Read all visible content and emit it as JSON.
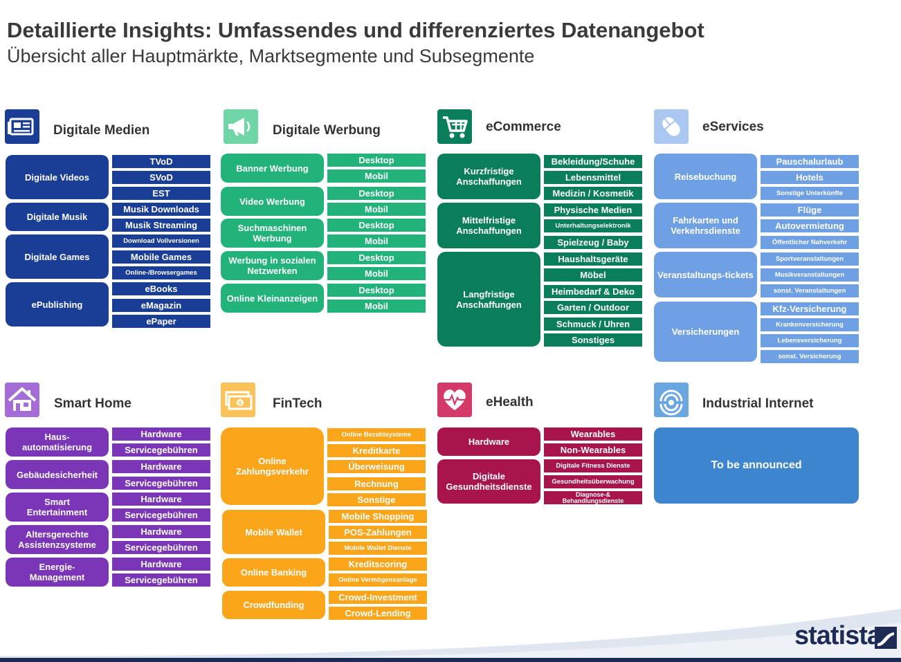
{
  "header": {
    "title": "Detaillierte Insights: Umfassendes und differenziertes Datenangebot",
    "subtitle": "Übersicht aller Hauptmärkte, Marktsegmente und Subsegmente"
  },
  "logo": "statista",
  "colors": {
    "digitale_medien": "#1a3e96",
    "digitale_werbung": "#21b37a",
    "ecommerce": "#0a7d5a",
    "eservices": "#6fa0e4",
    "smart_home": "#7b35b7",
    "fintech": "#fba51a",
    "ehealth": "#a8154c",
    "industrial_internet": "#3d86cf"
  },
  "sections": {
    "digitale_medien": {
      "title": "Digitale Medien",
      "icon": "newspaper-icon",
      "segments": [
        {
          "label": "Digitale Videos",
          "subs": [
            "TVoD",
            "SVoD",
            "EST"
          ]
        },
        {
          "label": "Digitale Musik",
          "subs": [
            "Musik Downloads",
            "Musik  Streaming"
          ]
        },
        {
          "label": "Digitale Games",
          "subs": [
            "Download Vollversionen",
            "Mobile Games",
            "Online-/Browsergames"
          ]
        },
        {
          "label": "ePublishing",
          "subs": [
            "eBooks",
            "eMagazin",
            "ePaper"
          ]
        }
      ]
    },
    "digitale_werbung": {
      "title": "Digitale Werbung",
      "icon": "megaphone-icon",
      "segments": [
        {
          "label": "Banner Werbung",
          "subs": [
            "Desktop",
            "Mobil"
          ]
        },
        {
          "label": "Video Werbung",
          "subs": [
            "Desktop",
            "Mobil"
          ]
        },
        {
          "label": "Suchmaschinen Werbung",
          "subs": [
            "Desktop",
            "Mobil"
          ]
        },
        {
          "label": "Werbung in sozialen Netzwerken",
          "subs": [
            "Desktop",
            "Mobil"
          ]
        },
        {
          "label": "Online Kleinanzeigen",
          "subs": [
            "Desktop",
            "Mobil"
          ]
        }
      ]
    },
    "ecommerce": {
      "title": "eCommerce",
      "icon": "shopping-cart-icon",
      "segments": [
        {
          "label": "Kurzfristige Anschaffungen",
          "subs": [
            "Bekleidung/Schuhe",
            "Lebensmittel",
            "Medizin / Kosmetik"
          ]
        },
        {
          "label": "Mittelfristige Anschaffungen",
          "subs": [
            "Physische Medien",
            "Unterhaltungselektronik",
            "Spielzeug / Baby"
          ]
        },
        {
          "label": "Langfristige Anschaffungen",
          "subs": [
            "Haushaltsgeräte",
            "Möbel",
            "Heimbedarf & Deko",
            "Garten / Outdoor",
            "Schmuck / Uhren",
            "Sonstiges"
          ]
        }
      ]
    },
    "eservices": {
      "title": "eServices",
      "icon": "computer-mouse-icon",
      "segments": [
        {
          "label": "Reisebuchung",
          "subs": [
            "Pauschalurlaub",
            "Hotels",
            "Sonstige Unterkünfte"
          ]
        },
        {
          "label": "Fahrkarten und Verkehrsdienste",
          "subs": [
            "Flüge",
            "Autovermietung",
            "Öffentlicher Nahverkehr"
          ]
        },
        {
          "label": "Veranstaltungs-tickets",
          "subs": [
            "Sportveranstaltungen",
            "Musikveranstaltungen",
            "sonst. Veranstaltungen"
          ]
        },
        {
          "label": "Versicherungen",
          "subs": [
            "Kfz-Versicherung",
            "Krankenversicherung",
            "Lebensversicherung",
            "sonst. Versicherung"
          ]
        }
      ]
    },
    "smart_home": {
      "title": "Smart Home",
      "icon": "house-icon",
      "segments": [
        {
          "label": "Haus-automatisierung",
          "subs": [
            "Hardware",
            "Servicegebühren"
          ]
        },
        {
          "label": "Gebäudesicherheit",
          "subs": [
            "Hardware",
            "Servicegebühren"
          ]
        },
        {
          "label": "Smart Entertainment",
          "subs": [
            "Hardware",
            "Servicegebühren"
          ]
        },
        {
          "label": "Altersgerechte Assistenzsysteme",
          "subs": [
            "Hardware",
            "Servicegebühren"
          ]
        },
        {
          "label": "Energie-Management",
          "subs": [
            "Hardware",
            "Servicegebühren"
          ]
        }
      ]
    },
    "fintech": {
      "title": "FinTech",
      "icon": "banknotes-icon",
      "segments": [
        {
          "label": "Online Zahlungsverkehr",
          "subs": [
            "Online Bezahlsysteme",
            "Kreditkarte",
            "Überweisung",
            "Rechnung",
            "Sonstige"
          ]
        },
        {
          "label": "Mobile Wallet",
          "subs": [
            "Mobile Shopping",
            "POS-Zahlungen",
            "Mobile Wallet Dienste"
          ]
        },
        {
          "label": "Online Banking",
          "subs": [
            "Kreditscoring",
            "Online Vermögensanlage"
          ]
        },
        {
          "label": "Crowdfunding",
          "subs": [
            "Crowd-Investment",
            "Crowd-Lending"
          ]
        }
      ]
    },
    "ehealth": {
      "title": "eHealth",
      "icon": "heart-pulse-icon",
      "segments": [
        {
          "label": "Hardware",
          "subs": [
            "Wearables",
            "Non-Wearables"
          ]
        },
        {
          "label": "Digitale Gesundheitsdienste",
          "subs": [
            "Digitale Fitness Dienste",
            "Gesundheitsüberwachung",
            "Diagnose-& Behandlungsdienste"
          ]
        }
      ]
    },
    "industrial_internet": {
      "title": "Industrial Internet",
      "icon": "wireless-signal-icon",
      "placeholder": "To be announced"
    }
  }
}
